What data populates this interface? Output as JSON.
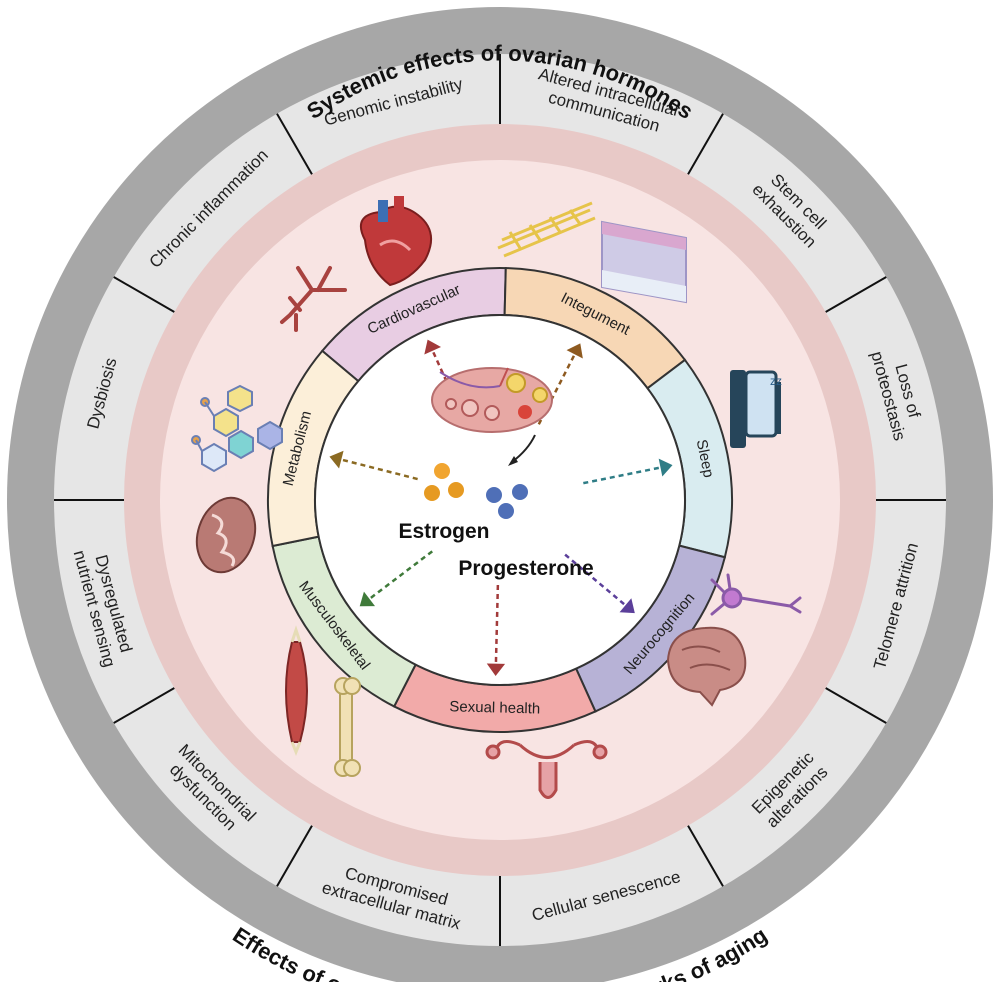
{
  "title_inner": "Systemic effects of ovarian hormones",
  "title_outer": "Effects of ovarian hormones on the hallmarks of aging",
  "hormones": {
    "estrogen": "Estrogen",
    "progesterone": "Progesterone"
  },
  "colors": {
    "outer_ring": "#a7a7a7",
    "hallmark_band": "#e6e6e6",
    "inner_ring": "#e8c9c7",
    "field": "#f8e4e3"
  },
  "hallmarks": [
    {
      "lines": [
        "Genomic instability"
      ]
    },
    {
      "lines": [
        "Altered intracellular",
        "communication"
      ]
    },
    {
      "lines": [
        "Stem cell",
        "exhaustion"
      ]
    },
    {
      "lines": [
        "Loss of",
        "proteostasis"
      ]
    },
    {
      "lines": [
        "Telomere attrition"
      ]
    },
    {
      "lines": [
        "Epigenetic",
        "alterations"
      ]
    },
    {
      "lines": [
        "Cellular senescence"
      ]
    },
    {
      "lines": [
        "Compromised",
        "extracellular matrix"
      ]
    },
    {
      "lines": [
        "Mitochondrial",
        "dysfunction"
      ]
    },
    {
      "lines": [
        "Dysregulated",
        "nutrient sensing"
      ]
    },
    {
      "lines": [
        "Dysbiosis"
      ]
    },
    {
      "lines": [
        "Chronic inflammation"
      ]
    }
  ],
  "systems": [
    {
      "label": "Cardiovascular",
      "color": "#e8cde3",
      "arrow": "#a23a3a"
    },
    {
      "label": "Integument",
      "color": "#f7d7b5",
      "arrow": "#8e5a20"
    },
    {
      "label": "Sleep",
      "color": "#d9ecf0",
      "arrow": "#2f7d86"
    },
    {
      "label": "Neurocognition",
      "color": "#b7b2d6",
      "arrow": "#5b3f9a"
    },
    {
      "label": "Sexual health",
      "color": "#f2aaa9",
      "arrow": "#a23a3a"
    },
    {
      "label": "Musculoskeletal",
      "color": "#dcebd3",
      "arrow": "#3f7a3a"
    },
    {
      "label": "Metabolism",
      "color": "#fcefd9",
      "arrow": "#8b6a22"
    }
  ],
  "icons": [
    "heart-icon",
    "blood-vessel-icon",
    "collagen-fiber-icon",
    "skin-layer-icon",
    "sleeping-person-icon",
    "neuron-icon",
    "brain-icon",
    "uterus-icon",
    "muscle-icon",
    "bone-icon",
    "mitochondrion-icon",
    "molecule-network-icon",
    "ovary-icon"
  ]
}
